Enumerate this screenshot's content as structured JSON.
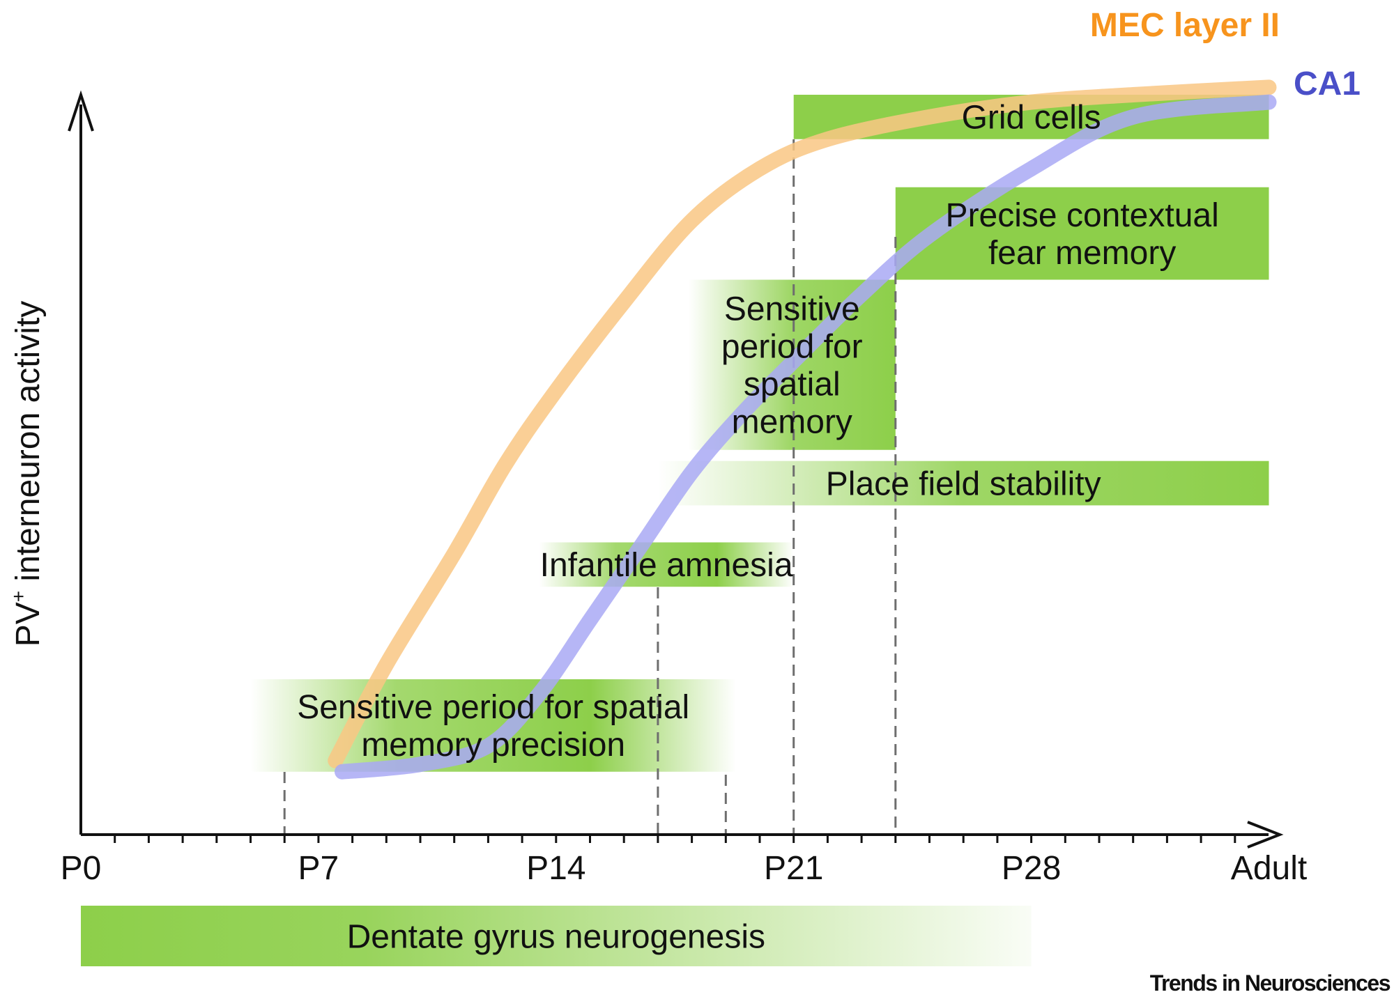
{
  "chart_data": {
    "type": "line",
    "title": "",
    "xlabel": "",
    "ylabel_main": "PV",
    "ylabel_sup": "+",
    "ylabel_rest": " interneuron activity",
    "x_range": [
      0,
      35
    ],
    "y_range": [
      0,
      1
    ],
    "tick_labels": [
      {
        "x": 0,
        "label": "P0"
      },
      {
        "x": 7,
        "label": "P7"
      },
      {
        "x": 14,
        "label": "P14"
      },
      {
        "x": 21,
        "label": "P21"
      },
      {
        "x": 28,
        "label": "P28"
      },
      {
        "x": 35,
        "label": "Adult"
      }
    ],
    "series": [
      {
        "name": "MEC layer II",
        "color": "#f7941d",
        "stroke_color": "#f9c784",
        "points": [
          [
            7.5,
            0.1
          ],
          [
            9,
            0.23
          ],
          [
            11,
            0.38
          ],
          [
            12.5,
            0.5
          ],
          [
            14,
            0.6
          ],
          [
            16,
            0.72
          ],
          [
            18,
            0.83
          ],
          [
            20,
            0.9
          ],
          [
            22,
            0.94
          ],
          [
            25,
            0.97
          ],
          [
            28,
            0.99
          ],
          [
            31,
            1.0
          ],
          [
            35,
            1.01
          ]
        ]
      },
      {
        "name": "CA1",
        "color": "#4a4fc8",
        "stroke_color": "#a9a9f5",
        "points": [
          [
            7.7,
            0.085
          ],
          [
            10,
            0.095
          ],
          [
            12,
            0.12
          ],
          [
            13.5,
            0.19
          ],
          [
            15,
            0.29
          ],
          [
            16.5,
            0.39
          ],
          [
            18,
            0.49
          ],
          [
            19.5,
            0.57
          ],
          [
            21,
            0.64
          ],
          [
            23,
            0.73
          ],
          [
            25,
            0.81
          ],
          [
            28,
            0.9
          ],
          [
            31,
            0.97
          ],
          [
            35,
            0.99
          ]
        ]
      }
    ],
    "periods": [
      {
        "label_lines": [
          "Grid cells"
        ],
        "x_start": 21,
        "x_end": 35,
        "y_top": 1.0,
        "y_bot": 0.94,
        "fade": "none"
      },
      {
        "label_lines": [
          "Precise contextual",
          "fear memory"
        ],
        "x_start": 24,
        "x_end": 35,
        "y_top": 0.875,
        "y_bot": 0.75,
        "fade": "none"
      },
      {
        "label_lines": [
          "Sensitive",
          "period for",
          "spatial",
          "memory"
        ],
        "x_start": 17.9,
        "x_end": 24,
        "y_top": 0.75,
        "y_bot": 0.52,
        "fade": "left"
      },
      {
        "label_lines": [
          "Place field stability"
        ],
        "x_start": 17,
        "x_end": 35,
        "y_top": 0.505,
        "y_bot": 0.445,
        "fade": "left"
      },
      {
        "label_lines": [
          "Infantile amnesia"
        ],
        "x_start": 13.5,
        "x_end": 21,
        "y_top": 0.395,
        "y_bot": 0.335,
        "fade": "both"
      },
      {
        "label_lines": [
          "Sensitive period for spatial",
          "memory precision"
        ],
        "x_start": 5,
        "x_end": 19.3,
        "y_top": 0.21,
        "y_bot": 0.085,
        "fade": "both"
      },
      {
        "label_lines": [
          "Dentate gyrus neurogenesis"
        ],
        "x_start": 0,
        "x_end": 28,
        "y_top": null,
        "y_bot": null,
        "fade": "right"
      }
    ],
    "reference_lines_x": [
      6,
      17,
      19,
      21,
      24
    ]
  },
  "footer": {
    "credit": "Trends in Neurosciences"
  },
  "colors": {
    "band": "#8dcf4a",
    "axis": "#111111",
    "dash": "#6e6e6e"
  }
}
